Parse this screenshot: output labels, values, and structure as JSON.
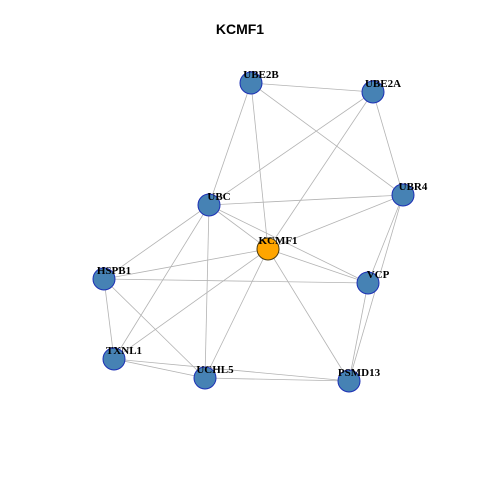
{
  "title": "KCMF1",
  "colors": {
    "edge": "#b3b3b3",
    "node_fill": "#4682b4",
    "node_stroke": "#1c2fb5",
    "center_fill": "#ffa500",
    "center_stroke": "#4a3a10",
    "background": "#ffffff"
  },
  "nodes": [
    {
      "id": "UBE2B",
      "label": "UBE2B",
      "center": false
    },
    {
      "id": "UBE2A",
      "label": "UBE2A",
      "center": false
    },
    {
      "id": "UBC",
      "label": "UBC",
      "center": false
    },
    {
      "id": "UBR4",
      "label": "UBR4",
      "center": false
    },
    {
      "id": "KCMF1",
      "label": "KCMF1",
      "center": true
    },
    {
      "id": "HSPB1",
      "label": "HSPB1",
      "center": false
    },
    {
      "id": "VCP",
      "label": "VCP",
      "center": false
    },
    {
      "id": "TXNL1",
      "label": "TXNL1",
      "center": false
    },
    {
      "id": "UCHL5",
      "label": "UCHL5",
      "center": false
    },
    {
      "id": "PSMD13",
      "label": "PSMD13",
      "center": false
    }
  ],
  "edges": [
    [
      "UBE2B",
      "UBE2A"
    ],
    [
      "UBE2B",
      "UBC"
    ],
    [
      "UBE2B",
      "KCMF1"
    ],
    [
      "UBE2B",
      "UBR4"
    ],
    [
      "UBE2A",
      "UBC"
    ],
    [
      "UBE2A",
      "KCMF1"
    ],
    [
      "UBE2A",
      "UBR4"
    ],
    [
      "UBC",
      "UBR4"
    ],
    [
      "UBC",
      "KCMF1"
    ],
    [
      "UBC",
      "HSPB1"
    ],
    [
      "UBC",
      "TXNL1"
    ],
    [
      "UBC",
      "UCHL5"
    ],
    [
      "UBC",
      "VCP"
    ],
    [
      "UBR4",
      "KCMF1"
    ],
    [
      "UBR4",
      "VCP"
    ],
    [
      "UBR4",
      "PSMD13"
    ],
    [
      "KCMF1",
      "HSPB1"
    ],
    [
      "KCMF1",
      "VCP"
    ],
    [
      "KCMF1",
      "TXNL1"
    ],
    [
      "KCMF1",
      "UCHL5"
    ],
    [
      "KCMF1",
      "PSMD13"
    ],
    [
      "HSPB1",
      "VCP"
    ],
    [
      "HSPB1",
      "TXNL1"
    ],
    [
      "HSPB1",
      "UCHL5"
    ],
    [
      "TXNL1",
      "UCHL5"
    ],
    [
      "TXNL1",
      "PSMD13"
    ],
    [
      "UCHL5",
      "PSMD13"
    ],
    [
      "VCP",
      "PSMD13"
    ]
  ]
}
